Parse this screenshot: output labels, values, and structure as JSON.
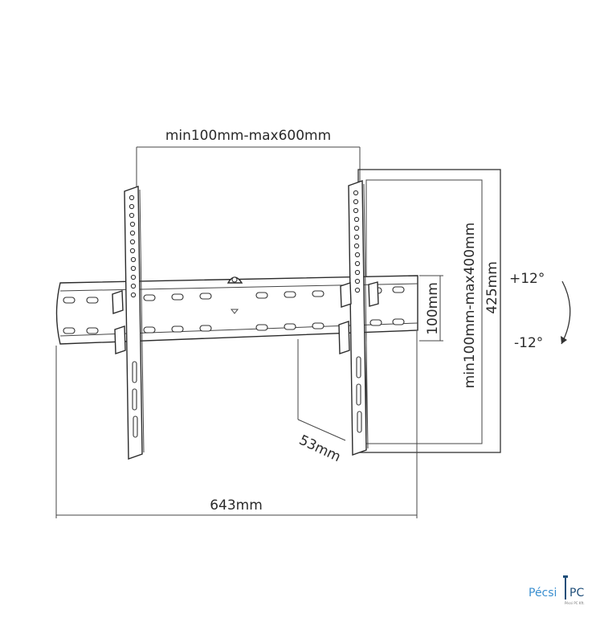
{
  "labels": {
    "vesa_width": "min100mm-max600mm",
    "vesa_height": "min100mm-max400mm",
    "rail_height": "100mm",
    "total_height": "425mm",
    "depth": "53mm",
    "total_width": "643mm",
    "tilt_up": "+12°",
    "tilt_down": "-12°"
  },
  "logo": {
    "text_left": "Pécsi",
    "text_right": "PC",
    "tagline": "Pécsi PC Kft."
  },
  "colors": {
    "line": "#333333",
    "logo_blue": "#3a8fd0",
    "logo_dark": "#1f4e79"
  }
}
